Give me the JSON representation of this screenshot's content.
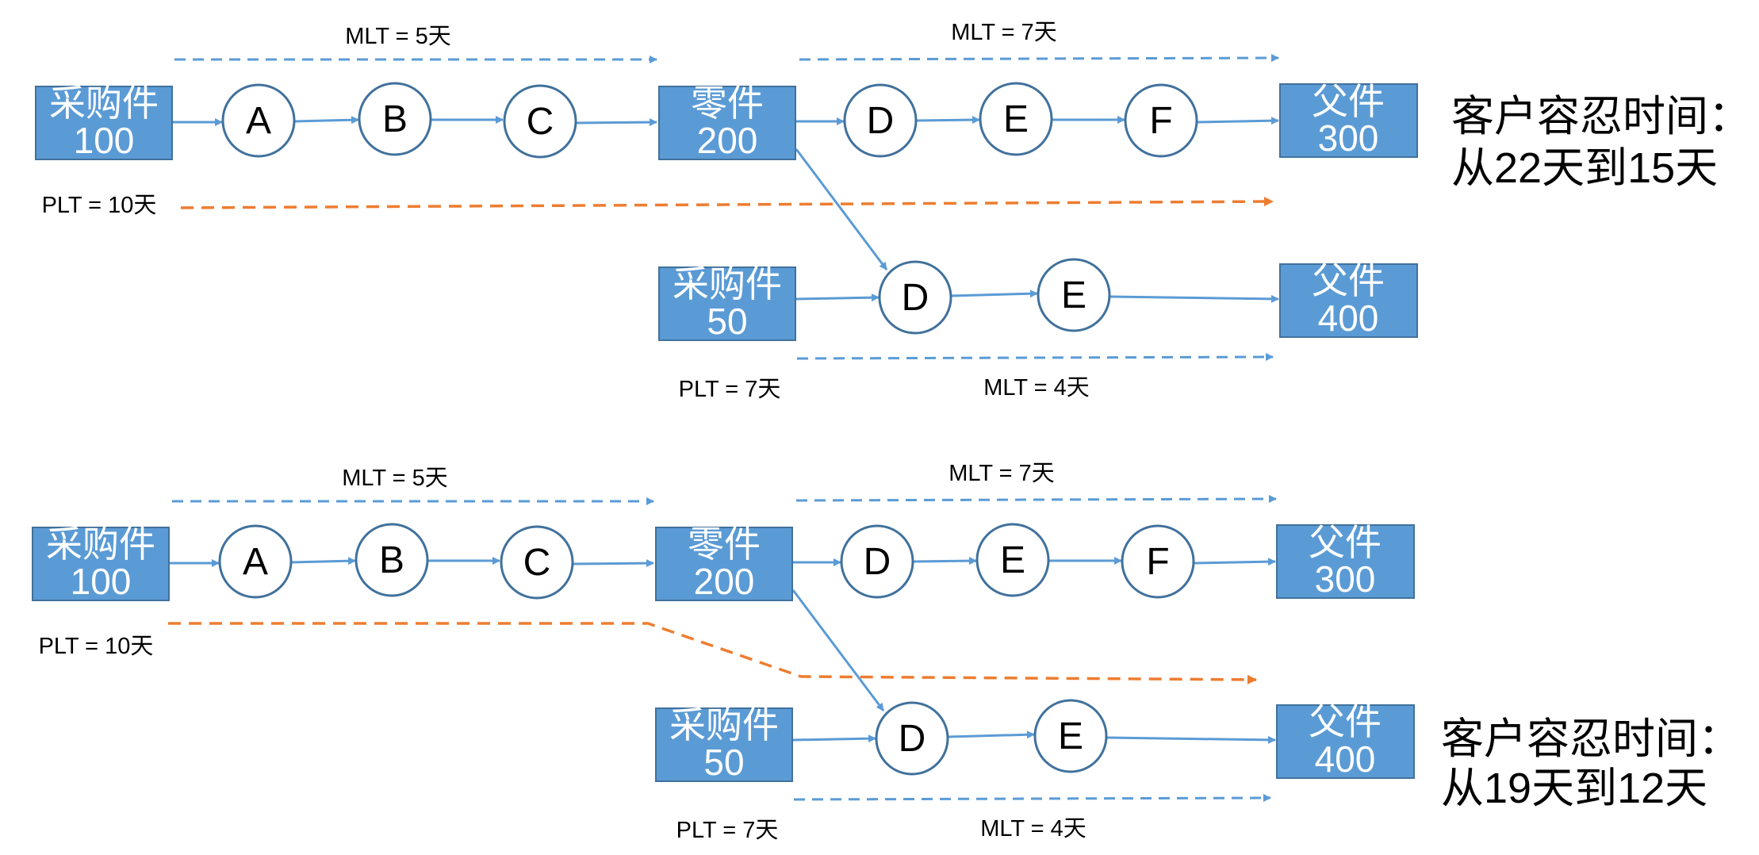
{
  "colors": {
    "box_fill": "#5b9bd5",
    "box_stroke": "#41719c",
    "node_stroke": "#41719c",
    "flow_line": "#5b9bd5",
    "mlt_dash": "#5b9bd5",
    "plt_dash": "#ed7d31"
  },
  "scenario_before": {
    "top": {
      "mlt_left": "MLT = 5天",
      "mlt_right": "MLT = 7天",
      "plt": "PLT = 10天",
      "purchase_box": {
        "name": "采购件",
        "number": "100"
      },
      "part_box": {
        "name": "零件",
        "number": "200"
      },
      "parent_box": {
        "name": "父件",
        "number": "300"
      },
      "nodes": [
        "A",
        "B",
        "C",
        "D",
        "E",
        "F"
      ]
    },
    "bottom": {
      "purchase_box": {
        "name": "采购件",
        "number": "50"
      },
      "parent_box": {
        "name": "父件",
        "number": "400"
      },
      "nodes": [
        "D",
        "E"
      ],
      "plt": "PLT = 7天",
      "mlt": "MLT = 4天"
    },
    "note": [
      "客户容忍时间：",
      "从22天到15天"
    ]
  },
  "scenario_after": {
    "top": {
      "mlt_left": "MLT = 5天",
      "mlt_right": "MLT = 7天",
      "plt": "PLT = 10天",
      "purchase_box": {
        "name": "采购件",
        "number": "100"
      },
      "part_box": {
        "name": "零件",
        "number": "200"
      },
      "parent_box": {
        "name": "父件",
        "number": "300"
      },
      "nodes": [
        "A",
        "B",
        "C",
        "D",
        "E",
        "F"
      ]
    },
    "bottom": {
      "purchase_box": {
        "name": "采购件",
        "number": "50"
      },
      "parent_box": {
        "name": "父件",
        "number": "400"
      },
      "nodes": [
        "D",
        "E"
      ],
      "plt": "PLT = 7天",
      "mlt": "MLT = 4天"
    },
    "note": [
      "客户容忍时间：",
      "从19天到12天"
    ]
  }
}
